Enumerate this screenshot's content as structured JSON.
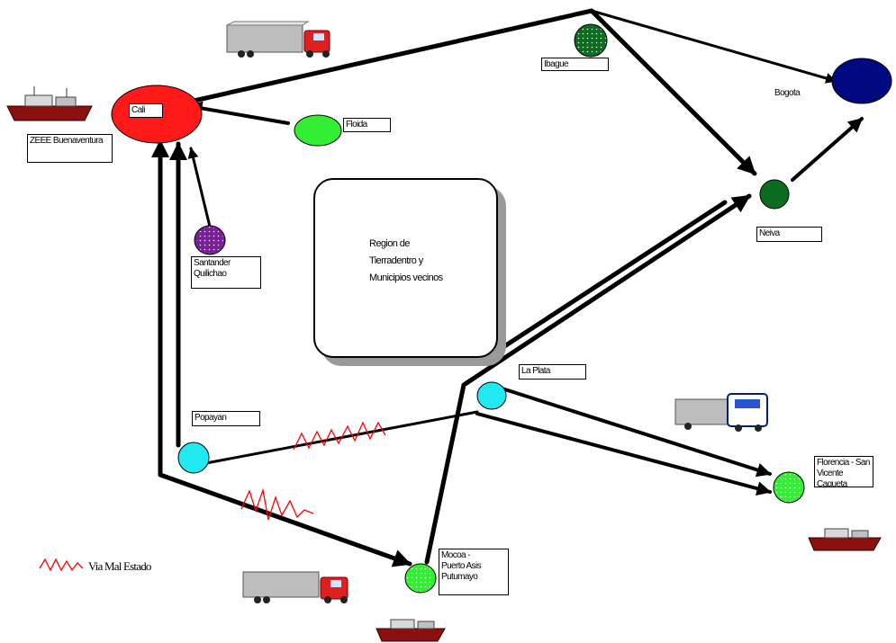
{
  "nodes": {
    "cali": {
      "label": "Cali",
      "color": "#ff1a1a"
    },
    "bogota": {
      "label": "Bogota",
      "color": "#000a80"
    },
    "ibague": {
      "label": "Ibague",
      "color": "#0b6b1e"
    },
    "florida": {
      "label": "Floida",
      "color": "#33ee33"
    },
    "santander": {
      "label": "Santander\nQuilichao",
      "color": "#7a1f9a"
    },
    "neiva": {
      "label": "Neiva",
      "color": "#0b6b1e"
    },
    "la_plata": {
      "label": "La Plata",
      "color": "#22e8f0"
    },
    "popayan": {
      "label": "Popayan",
      "color": "#22e8f0"
    },
    "florencia": {
      "label": "Florencia - San\nVicente Caqueta",
      "color": "#33ee33"
    },
    "mocoa": {
      "label": "Mocoa -\nPuerto Asis\nPutumayo",
      "color": "#33ee33"
    },
    "buenaventura": {
      "label": "ZEEE Buenaventura"
    }
  },
  "region": {
    "label": "Region de\nTierradentro y\nMunicipios vecinos"
  },
  "legend": {
    "label": "Via Mal Estado"
  }
}
